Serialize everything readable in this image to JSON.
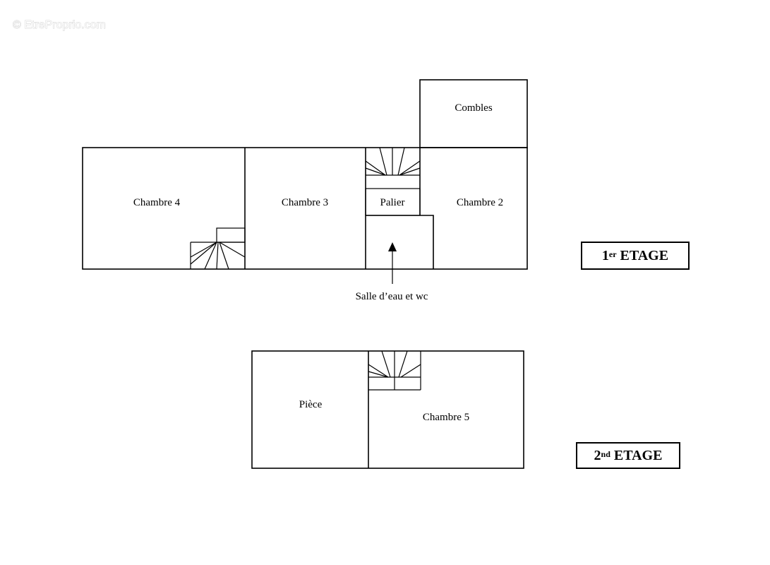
{
  "watermark": "© EtreProprio.com",
  "floor1": {
    "label_num": "1",
    "label_sup": "er",
    "label_text": "ETAGE",
    "rooms": {
      "combles": "Combles",
      "chambre4": "Chambre 4",
      "chambre3": "Chambre 3",
      "palier": "Palier",
      "chambre2": "Chambre 2"
    },
    "annotation": "Salle d’eau et wc"
  },
  "floor2": {
    "label_num": "2",
    "label_sup": "nd",
    "label_text": "ETAGE",
    "rooms": {
      "piece": "Pièce",
      "chambre5": "Chambre 5"
    }
  }
}
